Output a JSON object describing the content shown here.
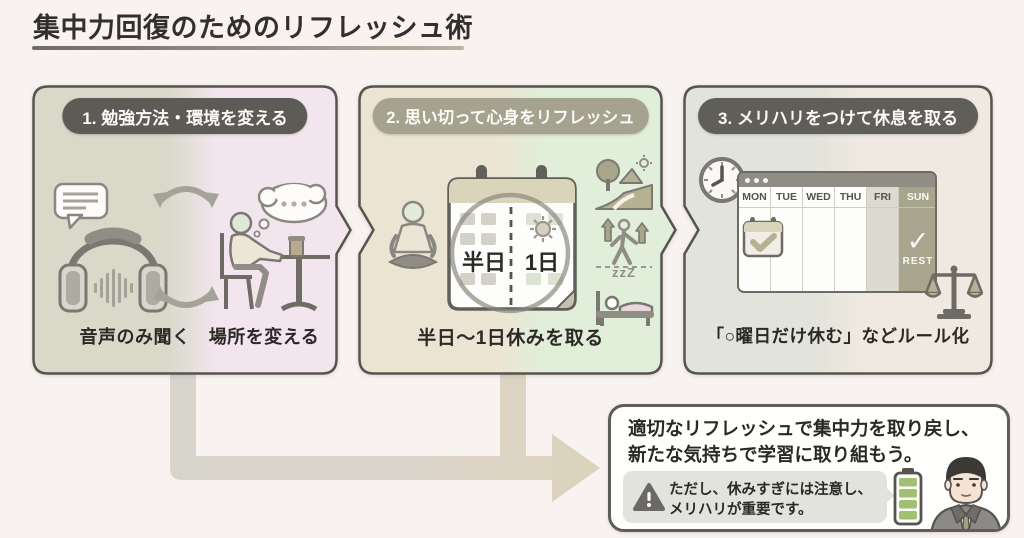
{
  "title": "集中力回復のためのリフレッシュ術",
  "panel1": {
    "header": "1. 勉強方法・環境を変える",
    "caption_left": "音声のみ聞く",
    "caption_right": "場所を変える"
  },
  "panel2": {
    "header": "2. 思い切って心身をリフレッシュ",
    "label_half_day": "半日",
    "label_full_day": "1日",
    "zzz_label": "zzZ",
    "caption": "半日～1日休みを取る"
  },
  "panel3": {
    "header": "3. メリハリをつけて休息を取る",
    "days": [
      "MON",
      "TUE",
      "WED",
      "THU",
      "FRI",
      "SUN"
    ],
    "rest_check": "✓",
    "rest_label": "REST",
    "caption": "「○曜日だけ休む」などルール化"
  },
  "summary": {
    "line1": "適切なリフレッシュで集中力を取り戻し、",
    "line2": "新たな気持ちで学習に取り組もう。",
    "note_line1": "ただし、休みすぎには注意し、",
    "note_line2": "メリハリが重要です。"
  },
  "colors": {
    "background": "#f8f3f1",
    "pill_dark": "#5d5b56",
    "pill_olive": "#a5a390",
    "panel1_left": "#d8d9c9",
    "panel1_right": "#f3e5ee",
    "panel2_left": "#ece4d2",
    "panel2_right": "#e1eed9",
    "panel3_left": "#e2e3da",
    "panel3_right": "#efe9e1",
    "rest_column": "#a7a58d",
    "battery_green": "#a0c173",
    "arrow_beige": "#d8d0bd"
  }
}
